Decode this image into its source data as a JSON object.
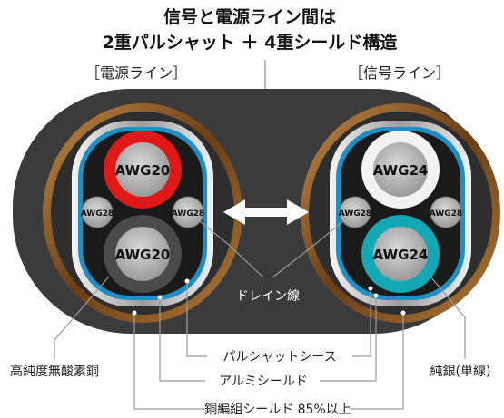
{
  "title": {
    "line1": "信号と電源ライン間は",
    "line2": "2重パルシャット ＋ 4重シールド構造"
  },
  "left_line_label": "［電源ライン］",
  "right_line_label": "［信号ライン］",
  "power_line": {
    "top_conductor": "AWG20",
    "bottom_conductor": "AWG20",
    "drain_left": "AWG28",
    "drain_right": "AWG28"
  },
  "signal_line": {
    "top_conductor": "AWG24",
    "bottom_conductor": "AWG24",
    "drain_left": "AWG28",
    "drain_right": "AWG28"
  },
  "callouts": {
    "drain": "ドレイン線",
    "copper": "高純度無酸素銅",
    "silver": "純銀(単線)",
    "pulshat": "パルシャットシース",
    "aluminum": "アルミシールド",
    "braid": "銅編組シールド 85%以上"
  },
  "colors": {
    "jacket": "#3a3a3a",
    "bronze": "#8a5a2a",
    "blue_ring": "#1c8fc4",
    "red_insulation": "#e01818",
    "white_insulation": "#f2f2f2",
    "teal_insulation": "#13a9b4",
    "conductor": "#b4b4b4",
    "arrow": "#ffffff"
  }
}
